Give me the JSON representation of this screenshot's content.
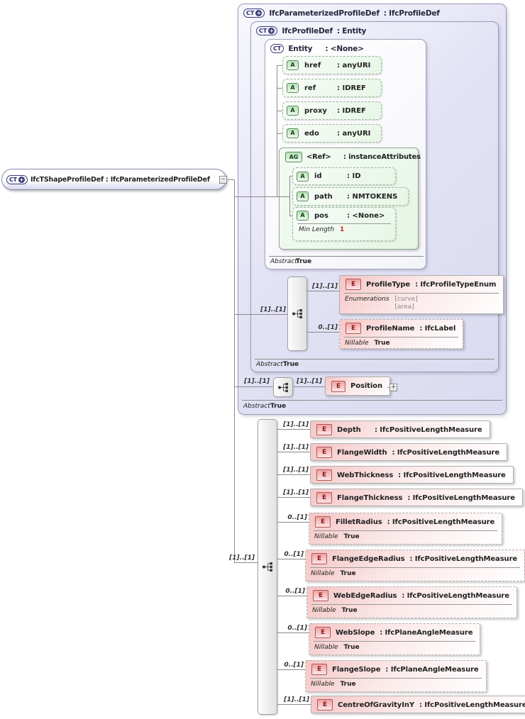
{
  "badges": {
    "complex_type": "CT",
    "attribute": "A",
    "attribute_group": "AG",
    "element": "E",
    "plus": "+",
    "minus": "−"
  },
  "root_element": {
    "label": "IfcTShapeProfileDef : IfcParameterizedProfileDef"
  },
  "parameterized_box": {
    "name": "IfcParameterizedProfileDef",
    "type": ": IfcProfileDef",
    "abstract_label": "Abstract",
    "abstract_value": "True"
  },
  "profiledef_box": {
    "name": "IfcProfileDef",
    "type": ": Entity",
    "abstract_label": "Abstract",
    "abstract_value": "True"
  },
  "entity_box": {
    "name": "Entity",
    "type": ": <None>",
    "abstract_label": "Abstract",
    "abstract_value": "True"
  },
  "entity_attributes": [
    {
      "name": "href",
      "type": ": anyURI"
    },
    {
      "name": "ref",
      "type": ": IDREF"
    },
    {
      "name": "proxy",
      "type": ": IDREF"
    },
    {
      "name": "edo",
      "type": ": anyURI"
    }
  ],
  "attribute_group": {
    "name": "<Ref>",
    "type": ": instanceAttributes",
    "attributes": [
      {
        "name": "id",
        "type": ": ID"
      },
      {
        "name": "path",
        "type": ": NMTOKENS"
      },
      {
        "name": "pos",
        "type": ": <None>",
        "facet_label": "Min Length",
        "facet_value": "1"
      }
    ]
  },
  "profiledef_children": {
    "cardinality": "[1]..[1]",
    "items": [
      {
        "cardinality": "[1]..[1]",
        "name": "ProfileType",
        "type": ": IfcProfileTypeEnum",
        "facet_label": "Enumerations",
        "facet_values": [
          "[curve]",
          "[area]"
        ]
      },
      {
        "cardinality": "0..[1]",
        "name": "ProfileName",
        "type": ": IfcLabel",
        "facet_label": "Nillable",
        "facet_value": "True"
      }
    ]
  },
  "position_row": {
    "cardinality_left": "[1]..[1]",
    "cardinality_right": "[1]..[1]",
    "name": "Position"
  },
  "tshape_children": {
    "cardinality": "[1]..[1]",
    "items": [
      {
        "cardinality": "[1]..[1]",
        "name": "Depth",
        "type": ": IfcPositiveLengthMeasure"
      },
      {
        "cardinality": "[1]..[1]",
        "name": "FlangeWidth",
        "type": ": IfcPositiveLengthMeasure"
      },
      {
        "cardinality": "[1]..[1]",
        "name": "WebThickness",
        "type": ": IfcPositiveLengthMeasure"
      },
      {
        "cardinality": "[1]..[1]",
        "name": "FlangeThickness",
        "type": ": IfcPositiveLengthMeasure"
      },
      {
        "cardinality": "0..[1]",
        "name": "FilletRadius",
        "type": ": IfcPositiveLengthMeasure",
        "facet_label": "Nillable",
        "facet_value": "True"
      },
      {
        "cardinality": "0..[1]",
        "name": "FlangeEdgeRadius",
        "type": ": IfcPositiveLengthMeasure",
        "facet_label": "Nillable",
        "facet_value": "True"
      },
      {
        "cardinality": "0..[1]",
        "name": "WebEdgeRadius",
        "type": ": IfcPositiveLengthMeasure",
        "facet_label": "Nillable",
        "facet_value": "True"
      },
      {
        "cardinality": "0..[1]",
        "name": "WebSlope",
        "type": ": IfcPlaneAngleMeasure",
        "facet_label": "Nillable",
        "facet_value": "True"
      },
      {
        "cardinality": "0..[1]",
        "name": "FlangeSlope",
        "type": ": IfcPlaneAngleMeasure",
        "facet_label": "Nillable",
        "facet_value": "True"
      },
      {
        "cardinality": "[1]..[1]",
        "name": "CentreOfGravityInY",
        "type": ": IfcPositiveLengthMeasure"
      }
    ]
  },
  "colors": {
    "element_pink": "#f5c5c5",
    "attribute_green": "#e7f6e7",
    "container_lavender": "#e3e3f5",
    "badge_navy": "#3a3a7a",
    "facet_red": "#cc2222"
  }
}
